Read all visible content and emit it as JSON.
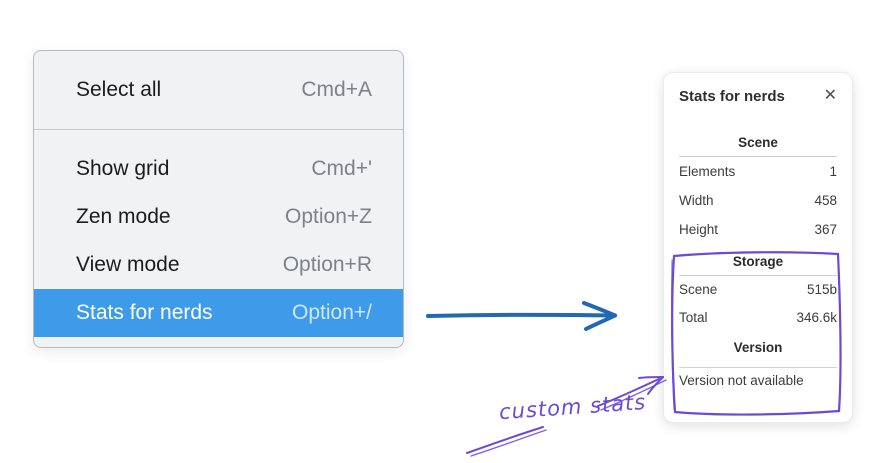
{
  "colors": {
    "menu_bg": "#f1f2f3",
    "menu_border": "#b6bbc1",
    "menu_text": "#1c1c1e",
    "menu_shortcut": "#7d8288",
    "highlight_bg": "#3d9be9",
    "highlight_text": "#ffffff",
    "highlight_shortcut": "#cfe6fa",
    "arrow_blue": "#2368b5",
    "annotation_purple": "#6c4ad4",
    "panel_text": "#3c3c3c",
    "panel_title": "#2f2f31"
  },
  "menu": {
    "items": [
      {
        "label": "Select all",
        "shortcut": "Cmd+A",
        "active": false
      },
      {
        "label": "Show grid",
        "shortcut": "Cmd+'",
        "active": false
      },
      {
        "label": "Zen mode",
        "shortcut": "Option+Z",
        "active": false
      },
      {
        "label": "View mode",
        "shortcut": "Option+R",
        "active": false
      },
      {
        "label": "Stats for nerds",
        "shortcut": "Option+/",
        "active": true
      }
    ]
  },
  "stats_panel": {
    "title": "Stats for nerds",
    "close_icon": "✕",
    "scene": {
      "header": "Scene",
      "rows": [
        {
          "label": "Elements",
          "value": "1"
        },
        {
          "label": "Width",
          "value": "458"
        },
        {
          "label": "Height",
          "value": "367"
        }
      ]
    },
    "storage": {
      "header": "Storage",
      "rows": [
        {
          "label": "Scene",
          "value": "515b"
        },
        {
          "label": "Total",
          "value": "346.6k"
        }
      ]
    },
    "version": {
      "header": "Version",
      "note": "Version not available"
    }
  },
  "annotation": {
    "label": "custom stats"
  }
}
